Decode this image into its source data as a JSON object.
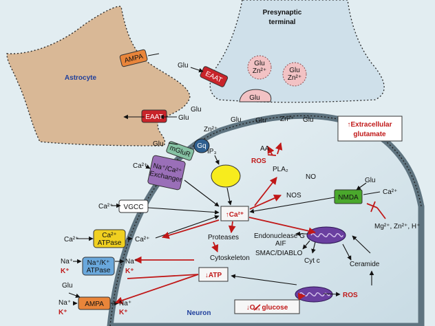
{
  "labels": {
    "presynaptic_terminal_line1": "Presynaptic",
    "presynaptic_terminal_line2": "terminal",
    "astrocyte": "Astrocyte",
    "neuron": "Neuron",
    "ampa": "AMPA",
    "eaat": "EAAT",
    "mglur": "mGluR",
    "gq": "Gq",
    "exchanger_line1": "Na⁺/Ca²⁺",
    "exchanger_line2": "Exchanger",
    "vgcc": "VGCC",
    "ca_atpase_line1": "Ca²⁺",
    "ca_atpase_line2": "ATPase",
    "na_k_atpase_line1": "Na⁺/K⁺",
    "na_k_atpase_line2": "ATPase",
    "nmda": "NMDA",
    "glu": "Glu",
    "zn2": "Zn²⁺",
    "ca2": "Ca²⁺",
    "ip3": "IP₃",
    "na": "Na⁺",
    "k": "K⁺",
    "up_ca2": "↑Ca²⁺",
    "down_atp": "↓ATP",
    "down_o2_glucose": "↓O₂, glucose",
    "extracellular_glutamate_line1": "↑Extracellular",
    "extracellular_glutamate_line2": "glutamate",
    "aa": "AA",
    "ros": "ROS",
    "pla2": "PLA₂",
    "no": "NO",
    "nos": "NOS",
    "mg_zn_h": "Mg²⁺, Zn²⁺, H⁺",
    "endonuclease": "Endonuclease G",
    "aif": "AIF",
    "smac_diablo": "SMAC/DIABLO",
    "cyt_c": "Cyt c",
    "ceramide": "Ceramide",
    "proteases": "Proteases",
    "cytoskeleton": "Cytoskeleton"
  },
  "colors": {
    "extracellular": "#e2edf1",
    "astrocyte": "#d9b896",
    "eaat": "#c8242a",
    "ampa": "#e9853a",
    "nmda": "#4aa82c",
    "ca_atpase": "#f0d020",
    "na_k_atpase": "#6aa8dc",
    "exchanger": "#9a6fb8",
    "mitochondria": "#6a3fa0",
    "emphasis_red": "#c01818"
  }
}
